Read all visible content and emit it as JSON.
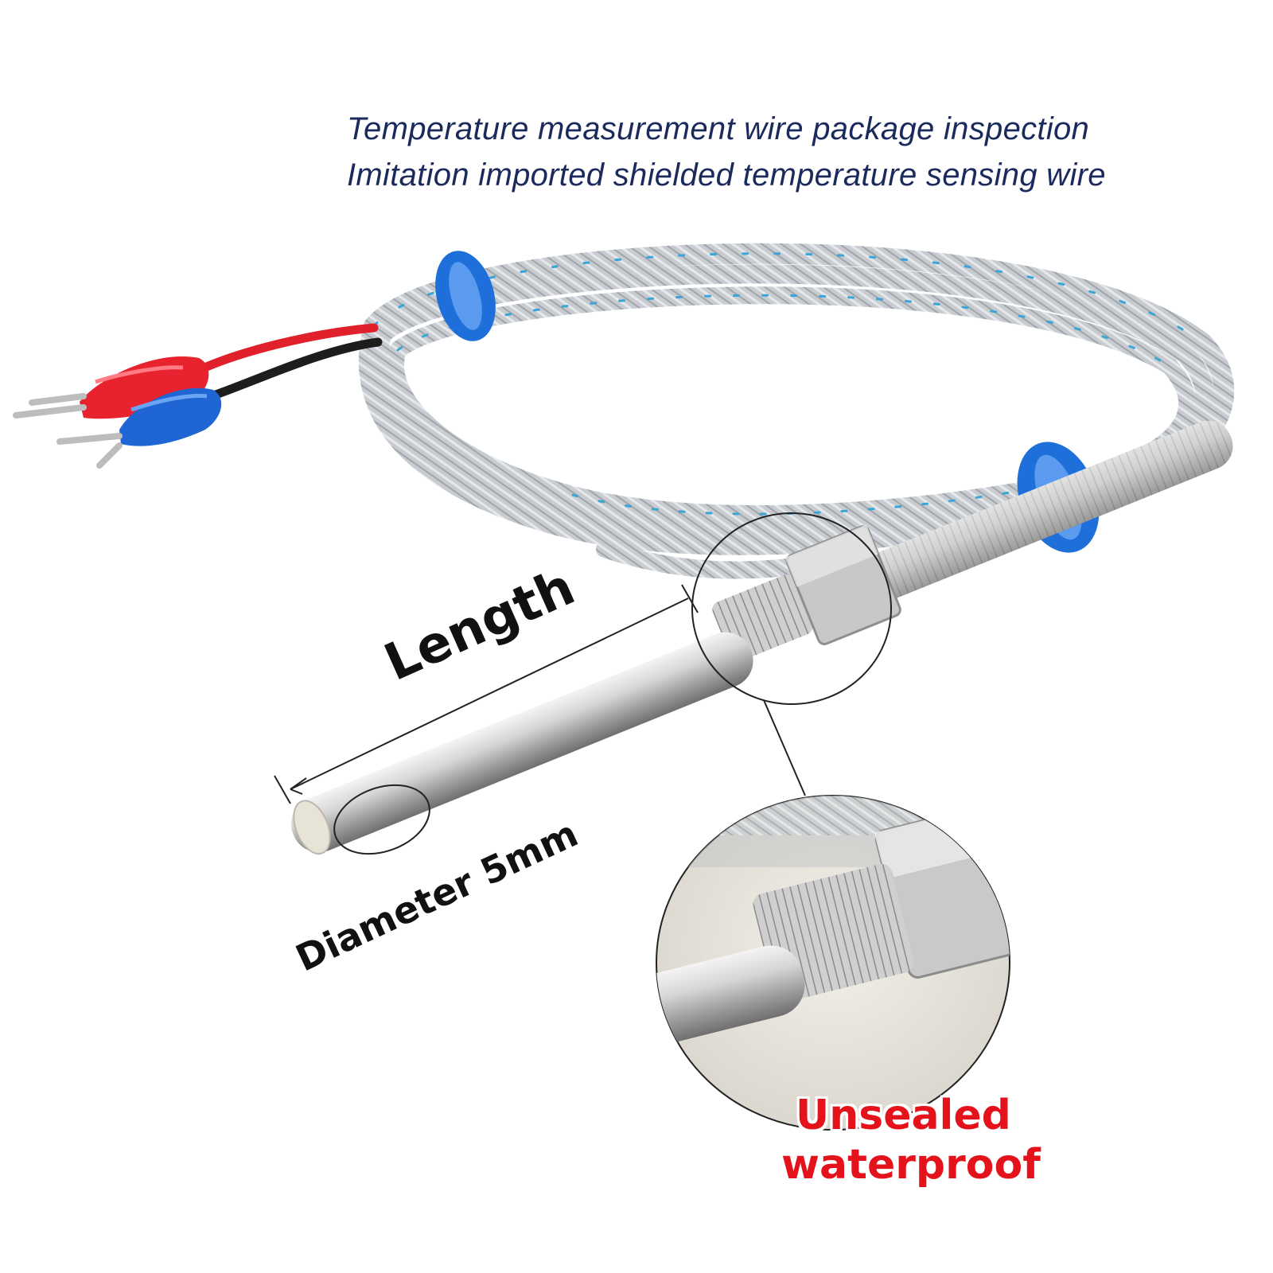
{
  "header": {
    "line1": "Temperature measurement wire package inspection",
    "line2": "Imitation imported shielded temperature sensing wire"
  },
  "dimensions": {
    "length_label": "Length",
    "diameter_label": "Diameter 5mm"
  },
  "callout": {
    "line1": "Unsealed",
    "line2": "waterproof"
  },
  "colors": {
    "header_text": "#1b2a5c",
    "warning_text": "#e3121b",
    "clip_blue": "#1e6fd9",
    "wire_red": "#e0202a",
    "terminal_red": "#e8232f",
    "terminal_blue": "#1f66d4",
    "braid_silver": "#c9ccd0",
    "braid_accent": "#3aa6d8"
  }
}
